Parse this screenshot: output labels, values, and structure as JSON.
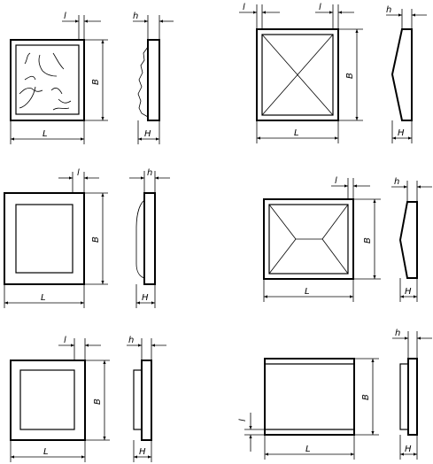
{
  "figure": {
    "panels": [
      {
        "id": "p1",
        "front": {
          "label_l": "l",
          "label_B": "B",
          "label_L": "L"
        },
        "side": {
          "label_h": "h",
          "label_H": "H"
        }
      },
      {
        "id": "p2",
        "front": {
          "label_l1": "l",
          "label_l2": "l",
          "label_B": "B",
          "label_L": "L"
        },
        "side": {
          "label_h": "h",
          "label_H": "H"
        }
      },
      {
        "id": "p3",
        "front": {
          "label_l": "l",
          "label_B": "B",
          "label_L": "L"
        },
        "side": {
          "label_h": "h",
          "label_H": "H"
        }
      },
      {
        "id": "p4",
        "front": {
          "label_l": "l",
          "label_B": "B",
          "label_L": "L"
        },
        "side": {
          "label_h": "h",
          "label_H": "H"
        }
      },
      {
        "id": "p5",
        "front": {
          "label_l": "l",
          "label_B": "B",
          "label_L": "L"
        },
        "side": {
          "label_h": "h",
          "label_H": "H"
        }
      },
      {
        "id": "p6",
        "front": {
          "label_l": "l",
          "label_B": "B",
          "label_L": "L"
        },
        "side": {
          "label_h": "h",
          "label_H": "H"
        }
      }
    ]
  }
}
